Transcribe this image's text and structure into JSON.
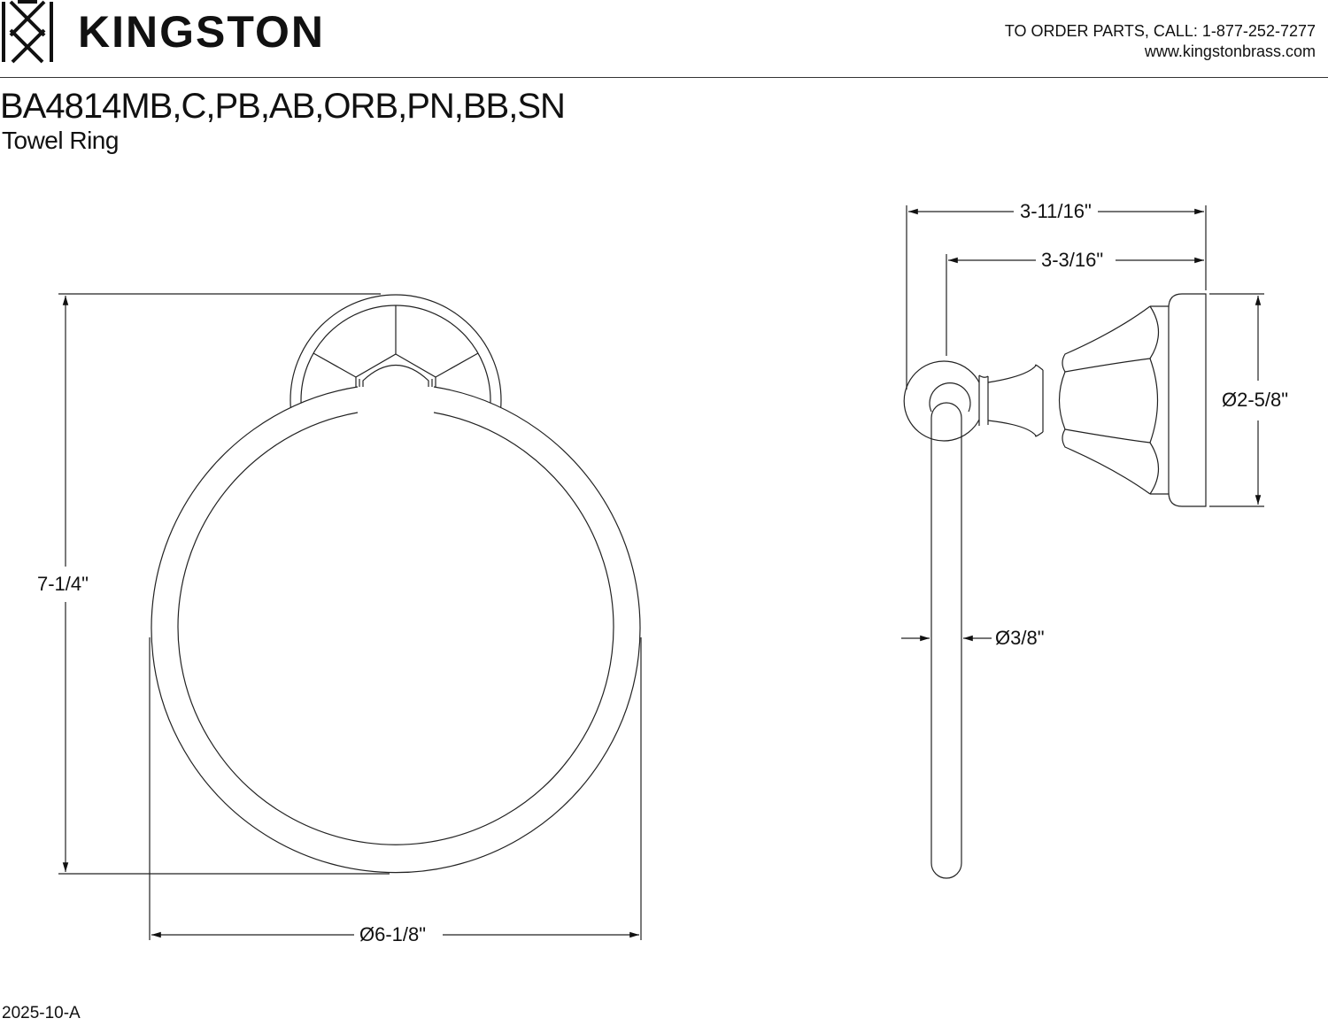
{
  "header": {
    "brand": "KINGSTON",
    "logo_icon": "kingston-monogram-logo",
    "contact_line": "TO ORDER PARTS, CALL: 1-877-252-7277",
    "website": "www.kingstonbrass.com"
  },
  "product": {
    "model_numbers": "BA4814MB,C,PB,AB,ORB,PN,BB,SN",
    "name": "Towel Ring"
  },
  "front_view": {
    "height_dimension": "7-1/4\"",
    "ring_diameter": "Ø6-1/8\""
  },
  "side_view": {
    "overall_projection": "3-11/16\"",
    "ring_center_projection": "3-3/16\"",
    "flange_diameter": "Ø2-5/8\"",
    "ring_rod_diameter": "Ø3/8\""
  },
  "footer": {
    "revision": "2025-10-A"
  },
  "colors": {
    "line": "#222222",
    "background": "#ffffff"
  }
}
